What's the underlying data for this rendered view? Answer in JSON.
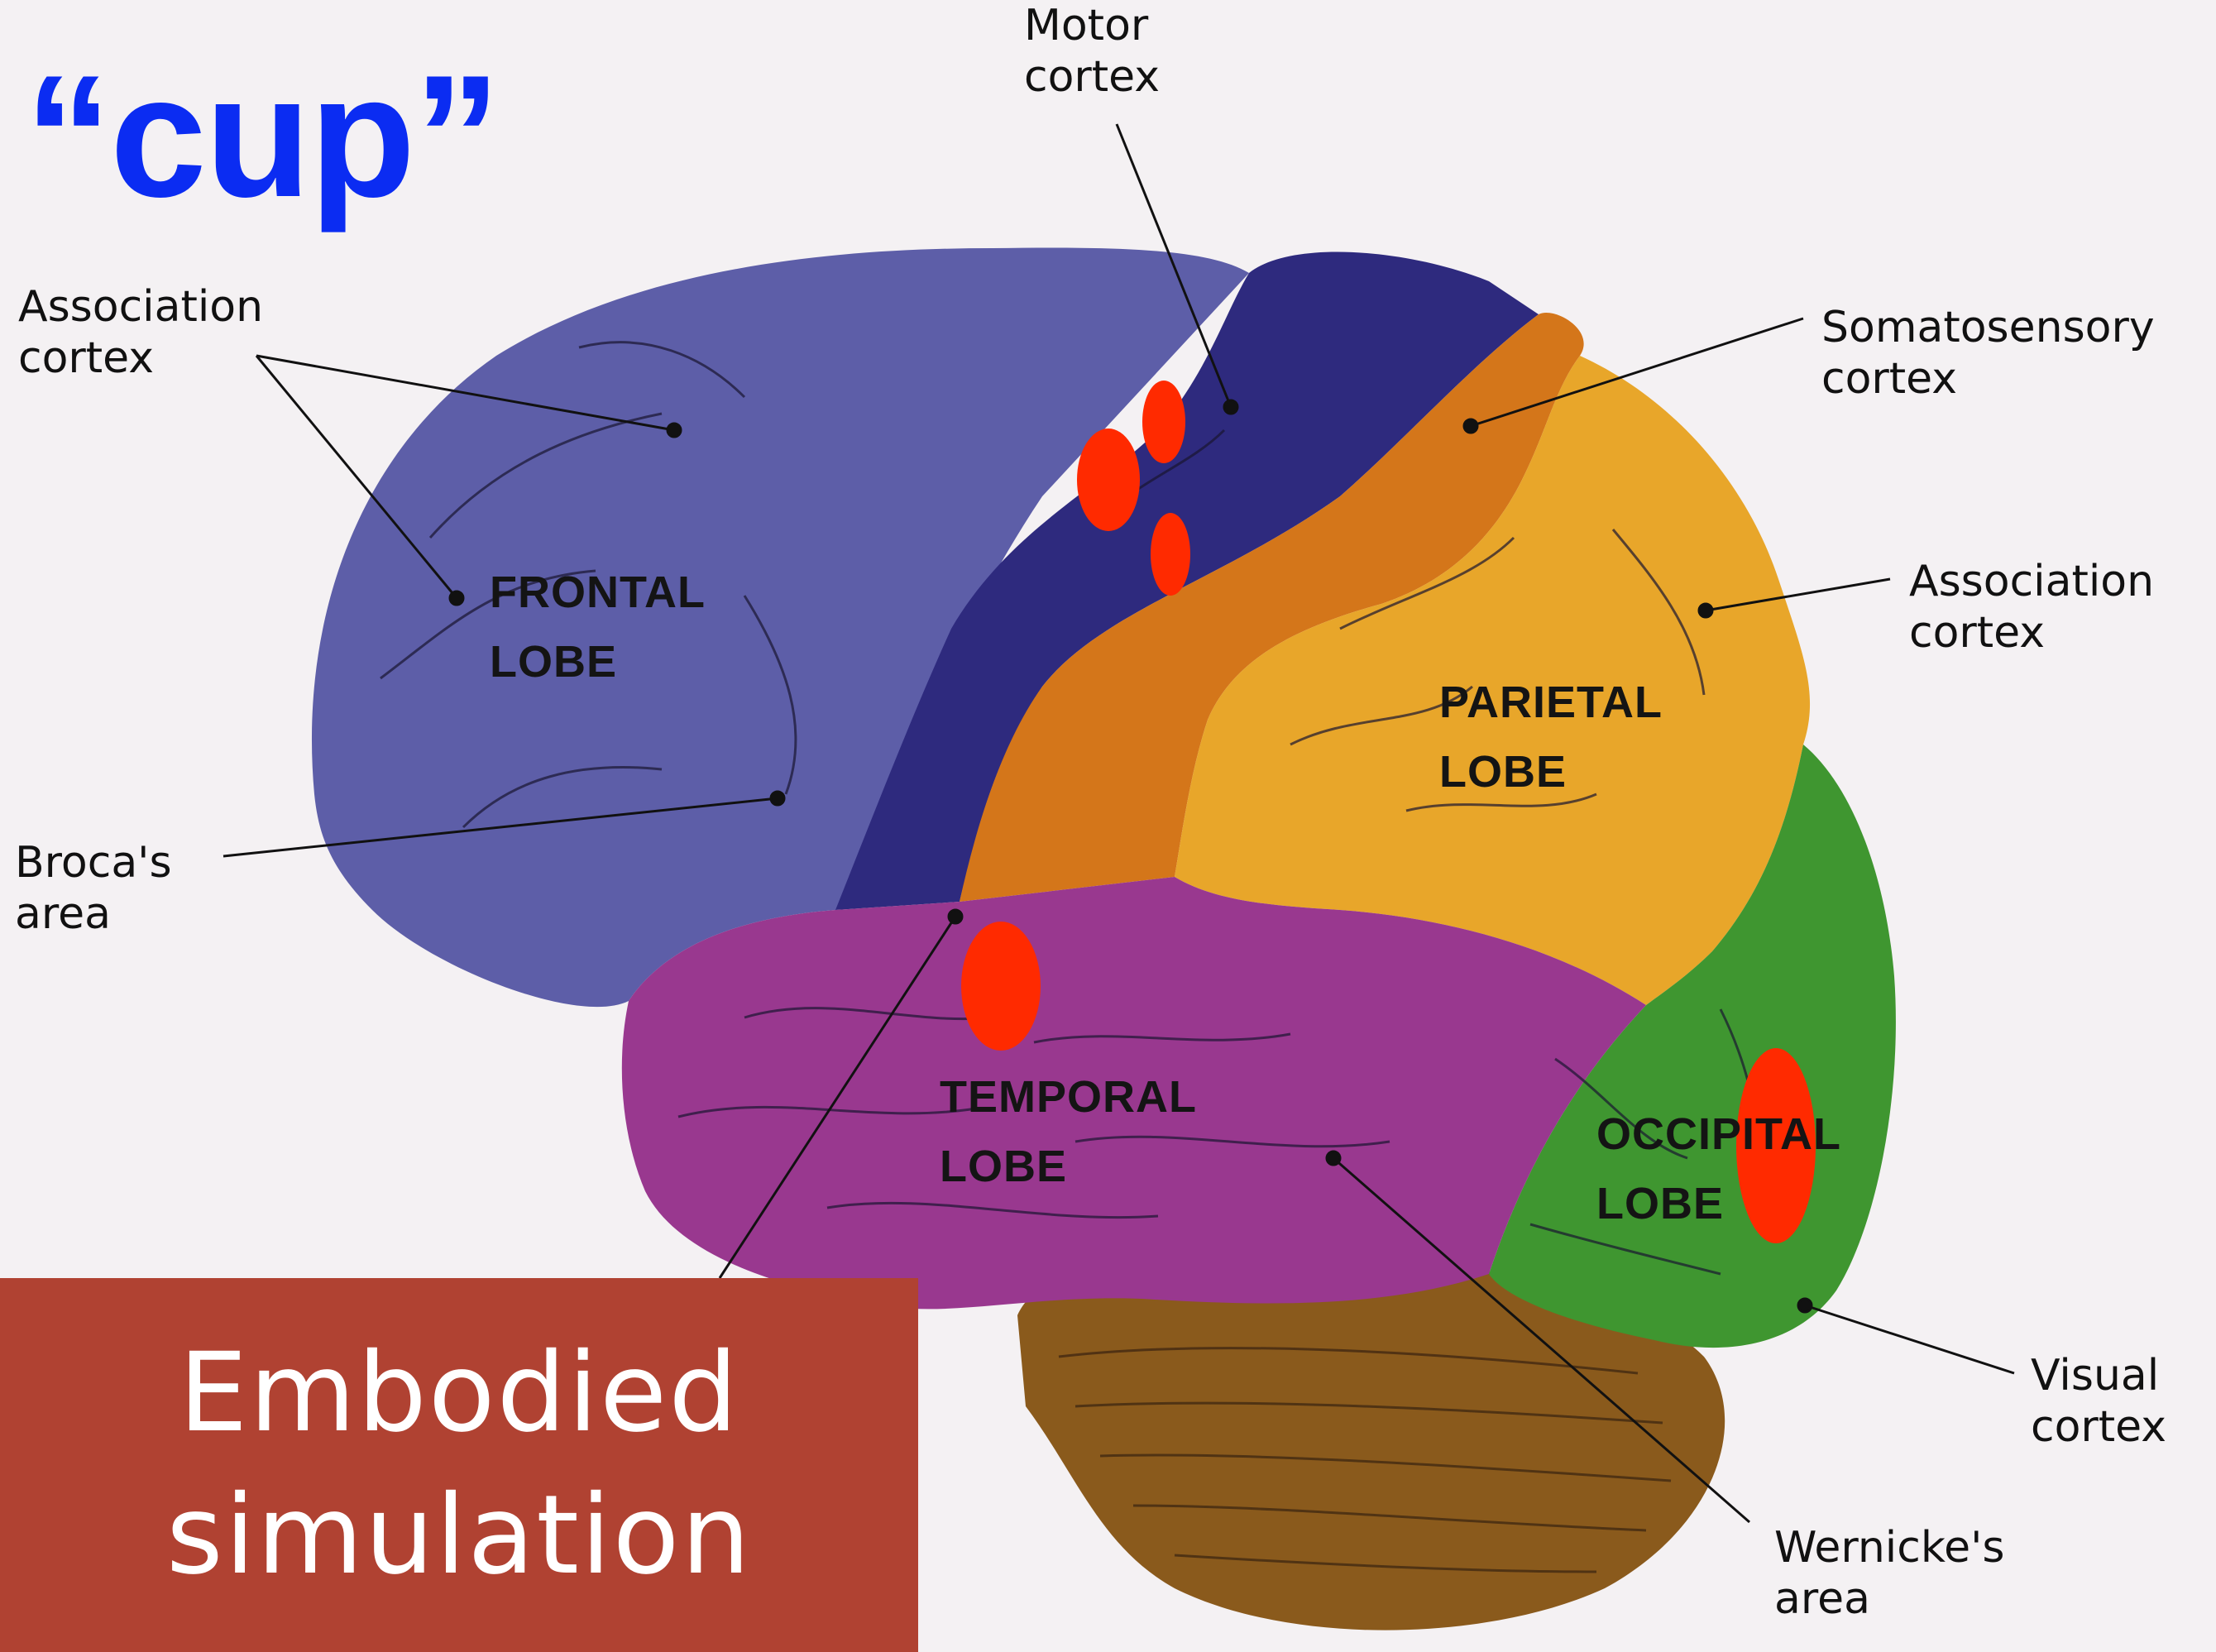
{
  "word": "“cup”",
  "caption": [
    "Embodied",
    "simulation"
  ],
  "lobes": {
    "frontal": [
      "FRONTAL",
      "LOBE"
    ],
    "parietal": [
      "PARIETAL",
      "LOBE"
    ],
    "temporal": [
      "TEMPORAL",
      "LOBE"
    ],
    "occipital": [
      "OCCIPITAL",
      "LOBE"
    ]
  },
  "labels": {
    "motor": [
      "Motor",
      "cortex"
    ],
    "association_left": [
      "Association",
      "cortex"
    ],
    "somatosensory": [
      "Somatosensory",
      "cortex"
    ],
    "association_right": [
      "Association",
      "cortex"
    ],
    "broca": [
      "Broca's",
      "area"
    ],
    "visual": [
      "Visual",
      "cortex"
    ],
    "wernicke": [
      "Wernicke's",
      "area"
    ]
  },
  "colors": {
    "frontal": "#5d5ea8",
    "motor": "#2e2a7e",
    "somatosensory": "#d4761a",
    "parietal": "#e8a62a",
    "temporal": "#99388f",
    "occipital": "#3f9630",
    "cerebellum": "#8a5a1c",
    "activation": "#ff2a00",
    "caption_bg": "#b04232",
    "word": "#0b2cf2"
  }
}
